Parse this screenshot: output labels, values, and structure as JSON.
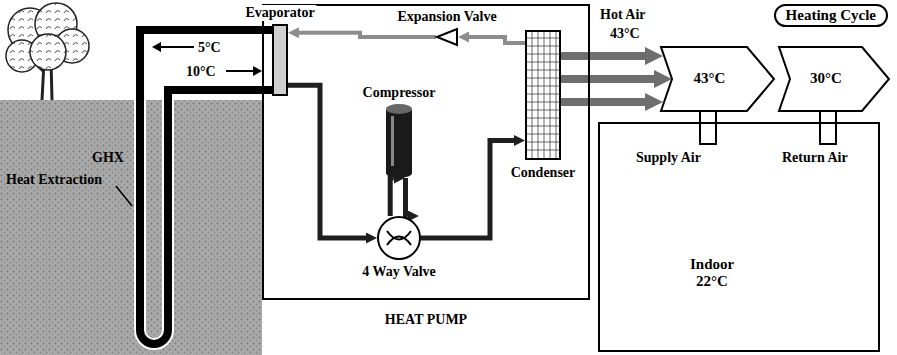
{
  "diagram": {
    "title": "Heating Cycle",
    "nodes": [
      {
        "text": [
          "HEAT PUMP"
        ]
      },
      {
        "text": [
          "Evaporator"
        ],
        "in": 0
      },
      {
        "text": [
          "Expansion Valve"
        ],
        "in": 0
      },
      {
        "text": [
          "Compressor"
        ],
        "in": 0
      },
      {
        "text": [
          "4 Way Valve"
        ],
        "in": 0
      },
      {
        "text": [
          "Condenser"
        ],
        "in": 0
      },
      {
        "text": [
          "Indoor 22°C"
        ]
      },
      {
        "text": [
          "43°C"
        ]
      },
      {
        "text": [
          "30°C"
        ]
      }
    ],
    "edges": [
      {
        "from": 1,
        "to": 4,
        "arrow": "to"
      },
      {
        "from": 4,
        "to": 3,
        "arrow": "to"
      },
      {
        "from": 3,
        "to": 4,
        "arrow": "to"
      },
      {
        "from": 4,
        "to": 5,
        "arrow": "to"
      },
      {
        "from": 5,
        "to": 2,
        "arrow": "to"
      },
      {
        "from": 2,
        "to": 1,
        "arrow": "to"
      },
      {
        "from": 5,
        "to": 7,
        "arrow": "to"
      }
    ],
    "labels": [
      "5°C",
      "10°C",
      "GHX",
      "Heat Extraction",
      "Hot Air",
      "43°C",
      "Supply Air",
      "Return Air"
    ]
  }
}
